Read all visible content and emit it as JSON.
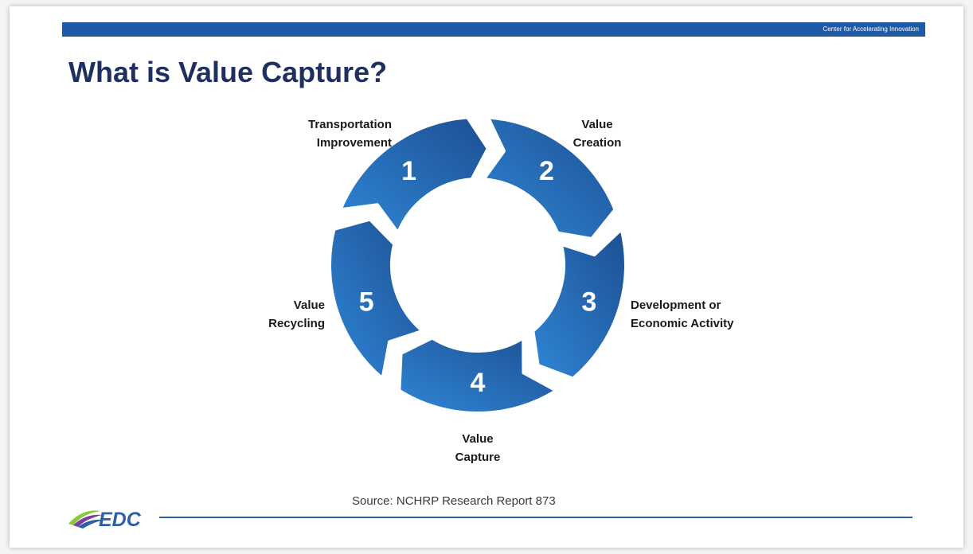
{
  "header": {
    "bar_text": "Center for Accelerating Innovation",
    "bar_color": "#1f5aa6"
  },
  "title": "What is Value Capture?",
  "cycle": {
    "steps": [
      {
        "number": "1",
        "label_lines": [
          "Transportation",
          "Improvement"
        ]
      },
      {
        "number": "2",
        "label_lines": [
          "Value",
          "Creation"
        ]
      },
      {
        "number": "3",
        "label_lines": [
          "Development or",
          "Economic Activity"
        ]
      },
      {
        "number": "4",
        "label_lines": [
          "Value",
          "Capture"
        ]
      },
      {
        "number": "5",
        "label_lines": [
          "Value",
          "Recycling"
        ]
      }
    ],
    "colors": {
      "dark": "#1d4f92",
      "light": "#2f86d6"
    }
  },
  "source": "Source: NCHRP Research Report 873",
  "footer": {
    "logo_text": "EDC",
    "logo_colors": [
      "#8dc63f",
      "#7a3e9d",
      "#2d5fa7"
    ]
  }
}
